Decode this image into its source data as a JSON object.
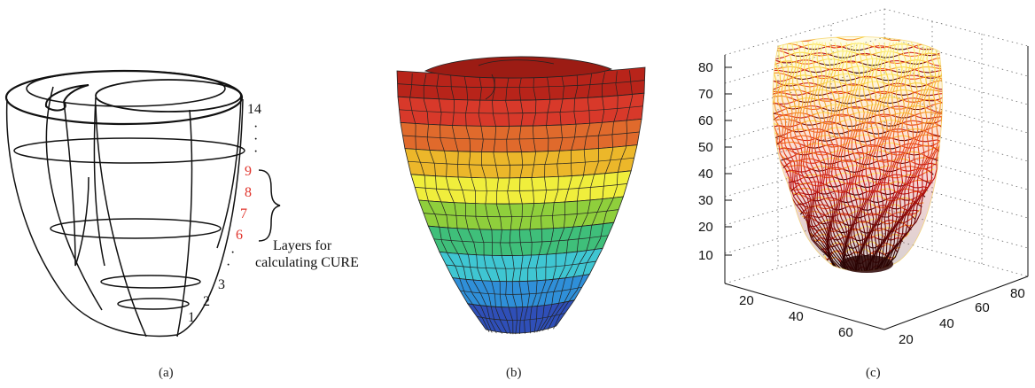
{
  "panel_a": {
    "layer_numbers": [
      "14",
      "9",
      "8",
      "7",
      "6",
      "3",
      "2",
      "1"
    ],
    "dots": [
      "·",
      "·",
      "·",
      "·",
      "·",
      "·"
    ],
    "annotation_line1": "Layers for",
    "annotation_line2": "calculating CURE",
    "highlight_color": "#e0342c",
    "caption": "(a)"
  },
  "panel_b": {
    "caption": "(b)",
    "band_colors": [
      "#b8241a",
      "#d8392a",
      "#e06a2c",
      "#ecb72a",
      "#f0ee3c",
      "#8fcf3c",
      "#3fbf7a",
      "#3fc6d2",
      "#2f8fd8",
      "#2f4fb8"
    ]
  },
  "panel_c": {
    "caption": "(c)",
    "z_ticks": [
      "80",
      "70",
      "60",
      "50",
      "40",
      "30",
      "20",
      "10"
    ],
    "x_ticks": [
      "20",
      "40",
      "60"
    ],
    "y_ticks": [
      "20",
      "40",
      "60",
      "80"
    ]
  }
}
